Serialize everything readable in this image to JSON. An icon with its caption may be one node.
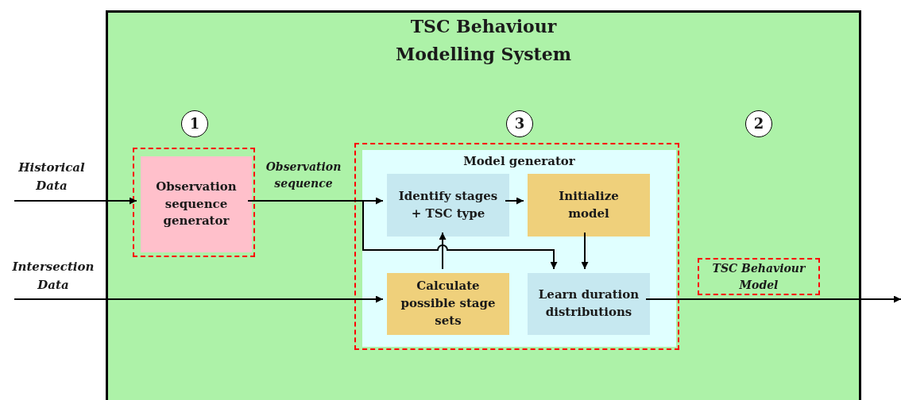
{
  "diagram": {
    "nodes": [
      {
        "text": [
          "TSC Behaviour Modelling System"
        ]
      },
      {
        "text": [
          "1"
        ],
        "in": 0
      },
      {
        "text": [
          "3"
        ],
        "in": 0
      },
      {
        "text": [
          "2"
        ],
        "in": 0
      },
      {
        "text": [],
        "shape": "box",
        "in": 0
      },
      {
        "text": [
          "Observation sequence generator"
        ],
        "in": 4
      },
      {
        "text": [],
        "shape": "box",
        "in": 0
      },
      {
        "text": [
          "Model generator"
        ],
        "in": 6
      },
      {
        "text": [
          "Identify stages + TSC type"
        ],
        "in": 7
      },
      {
        "text": [
          "Initialize model"
        ],
        "in": 7
      },
      {
        "text": [
          "Calculate possible stage sets"
        ],
        "in": 7
      },
      {
        "text": [
          "Learn duration distributions"
        ],
        "in": 7
      },
      {
        "text": [
          "TSC Behaviour Model"
        ],
        "in": 0
      },
      {
        "text": [
          "Historical Data"
        ]
      },
      {
        "text": [
          "Intersection Data"
        ]
      }
    ],
    "edges": [
      {
        "from": 13,
        "to": 5,
        "arrow": "to"
      },
      {
        "from": 5,
        "to": 8,
        "arrow": "to",
        "label": "Observation sequence"
      },
      {
        "from": 5,
        "to": 11,
        "arrow": "to"
      },
      {
        "from": 14,
        "to": 10,
        "arrow": "to"
      },
      {
        "from": 8,
        "to": 9,
        "arrow": "to"
      },
      {
        "from": 10,
        "to": 8,
        "arrow": "to"
      },
      {
        "from": 9,
        "to": 11,
        "arrow": "to"
      },
      {
        "from": 11,
        "to": null,
        "arrow": "to"
      }
    ]
  }
}
